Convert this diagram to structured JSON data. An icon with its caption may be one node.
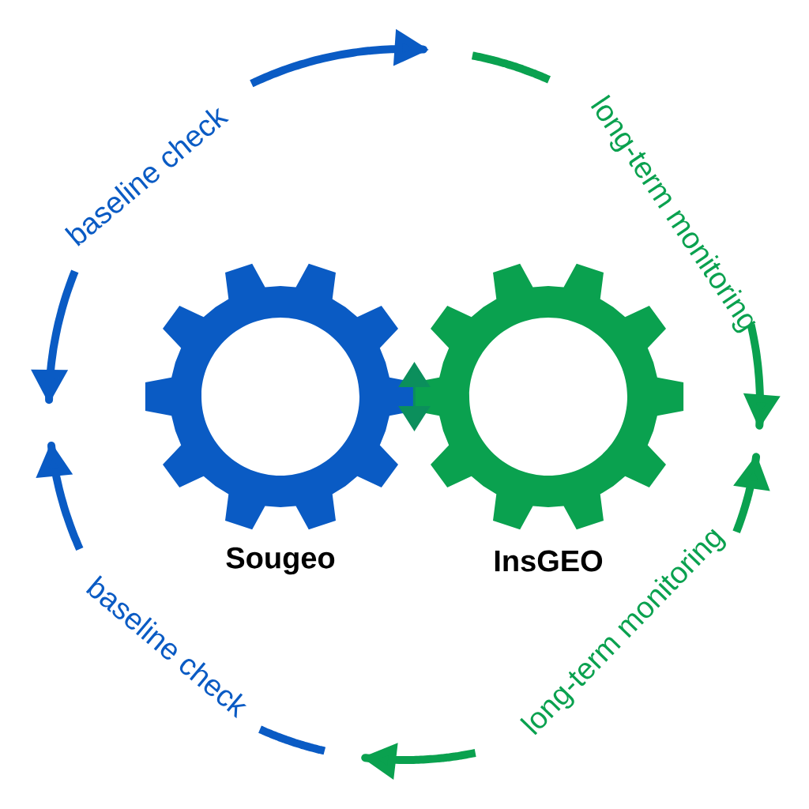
{
  "diagram": {
    "nodes": [
      {
        "text": [
          "Sougeo"
        ]
      },
      {
        "text": [
          "InsGEO"
        ]
      }
    ],
    "edges": [
      {
        "from": 0,
        "to": 1,
        "arrow": "both",
        "color": "#0b8f5c"
      }
    ],
    "labels": [
      "baseline check",
      "long-term monitoring",
      "baseline check",
      "long-term monitoring"
    ]
  }
}
